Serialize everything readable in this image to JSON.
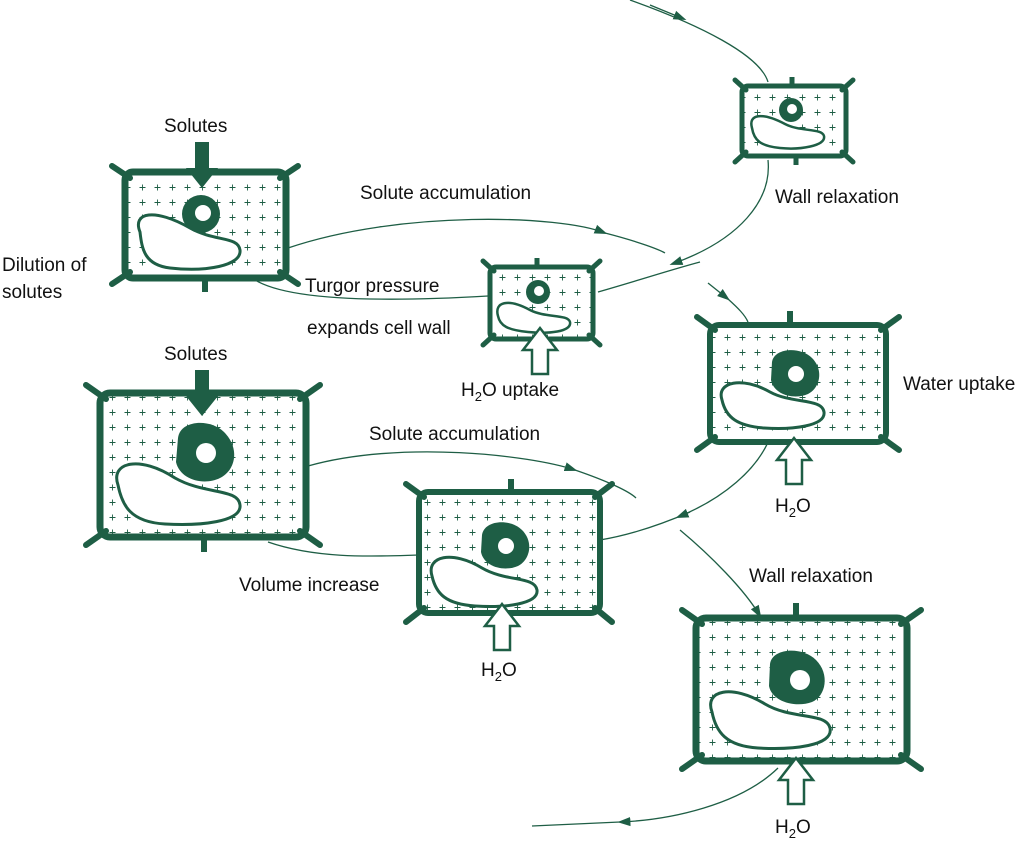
{
  "colors": {
    "cell_wall": "#1e5e45",
    "cytoplasm": "#ffffff",
    "arrow_line": "#1e5e45",
    "solute_arrow": "#1e5e45",
    "water_arrow_outline": "#1e5e45",
    "text": "#111111"
  },
  "labels": {
    "solutes_top": "Solutes",
    "solutes_bottom": "Solutes",
    "solute_accumulation_top": "Solute accumulation",
    "solute_accumulation_bottom": "Solute accumulation",
    "dilution_line1": "Dilution of",
    "dilution_line2": "solutes",
    "turgor_line1": "Turgor pressure",
    "turgor_line2": "expands cell wall",
    "h2o_uptake_prefix": "H",
    "h2o_uptake_sub": "2",
    "h2o_uptake_suffix": "O uptake",
    "wall_relaxation_top": "Wall relaxation",
    "wall_relaxation_bottom": "Wall relaxation",
    "water_uptake": "Water uptake",
    "volume_increase": "Volume increase",
    "h2o_h": "H",
    "h2o_sub": "2",
    "h2o_o": "O"
  }
}
